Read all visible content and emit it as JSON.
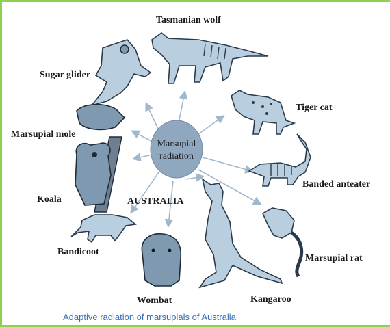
{
  "center": {
    "line1": "Marsupial",
    "line2": "radiation"
  },
  "region": "AUSTRALIA",
  "caption": "Adaptive radiation of marsupials of Australia",
  "animals": {
    "tasmanian_wolf": "Tasmanian wolf",
    "sugar_glider": "Sugar glider",
    "tiger_cat": "Tiger cat",
    "marsupial_mole": "Marsupial mole",
    "banded_anteater": "Banded anteater",
    "koala": "Koala",
    "bandicoot": "Bandicoot",
    "marsupial_rat": "Marsupial rat",
    "wombat": "Wombat",
    "kangaroo": "Kangaroo"
  },
  "colors": {
    "border": "#8fd14f",
    "center_disc": "#8fa8c0",
    "caption": "#3a6fb5"
  }
}
